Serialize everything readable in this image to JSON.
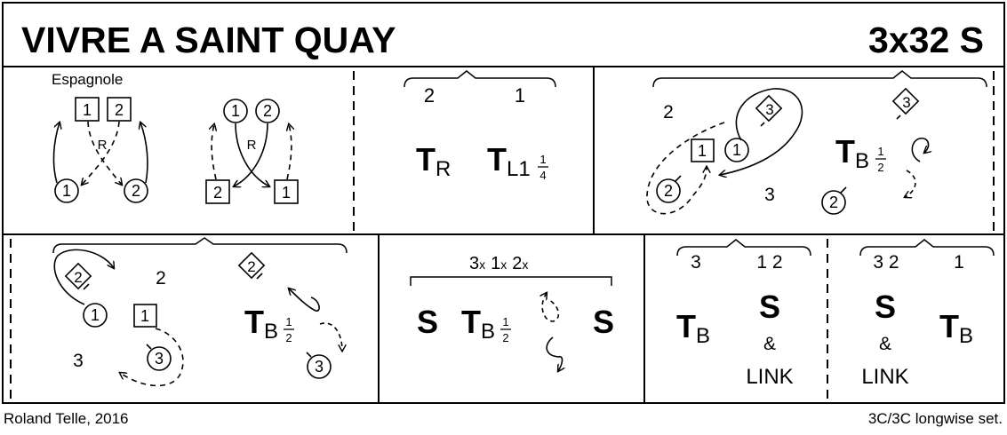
{
  "header": {
    "title": "VIVRE A SAINT QUAY",
    "format": "3x32 S"
  },
  "footer": {
    "author": "Roland Telle, 2016",
    "set": "3C/3C longwise set."
  },
  "cell1": {
    "label": "Espagnole",
    "r_left": "R",
    "r_right": "R",
    "tl": "1",
    "tr": "2",
    "bl": "1",
    "br": "2",
    "tl2": "1",
    "tr2": "2",
    "bl2": "2",
    "br2": "1"
  },
  "cell2": {
    "n_left": "2",
    "n_right": "1",
    "t_right": {
      "T": "T",
      "sub": "R"
    },
    "t_left": {
      "T": "T",
      "sub": "L1",
      "num": "1",
      "den": "4"
    }
  },
  "cell3": {
    "n2": "2",
    "n3": "3",
    "box1": "1",
    "circ1": "1",
    "d3a": "3",
    "d3b": "3",
    "c2": "2",
    "tb": {
      "T": "T",
      "sub": "B",
      "num": "1",
      "den": "2"
    }
  },
  "cell4": {
    "n2": "2",
    "n3": "3",
    "d2a": "2",
    "d2b": "2",
    "c1": "1",
    "box1": "1",
    "c3a": "3",
    "c3b": "3",
    "tb": {
      "T": "T",
      "sub": "B",
      "num": "1",
      "den": "2"
    }
  },
  "cell5": {
    "order": [
      "3",
      "x",
      "1",
      "x",
      "2",
      "x"
    ],
    "s_left": "S",
    "s_right": "S",
    "tb": {
      "T": "T",
      "sub": "B",
      "num": "1",
      "den": "2"
    }
  },
  "cell6": {
    "n3": "3",
    "n12": "1 2",
    "T": "T",
    "sub": "B",
    "S": "S",
    "amp": "&",
    "link": "LINK"
  },
  "cell7": {
    "n32": "3 2",
    "n1": "1",
    "T": "T",
    "sub": "B",
    "S": "S",
    "amp": "&",
    "link": "LINK"
  }
}
